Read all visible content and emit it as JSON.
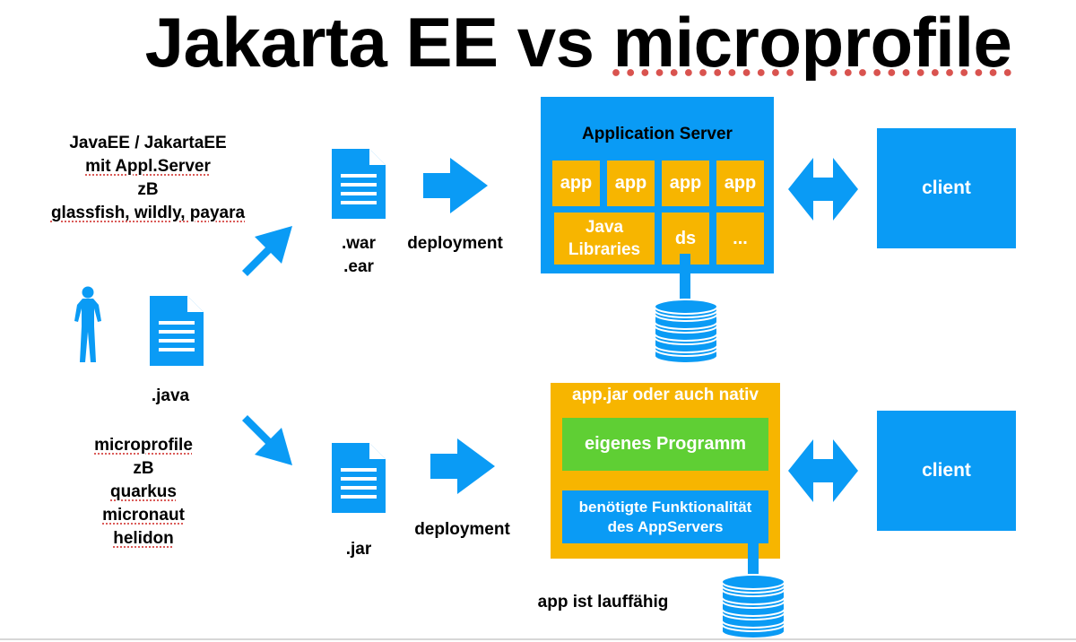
{
  "title": {
    "prefix": "Jakarta EE vs ",
    "emphasis": "microprofile"
  },
  "top_path": {
    "label_lines": [
      "JavaEE / JakartaEE",
      "mit Appl.Server",
      "zB",
      "glassfish, wildly, payara"
    ],
    "artifact_lines": [
      ".war",
      ".ear"
    ],
    "deployment": "deployment"
  },
  "source": {
    "label": ".java"
  },
  "bottom_path": {
    "label_lines": [
      "microprofile",
      "zB",
      "quarkus",
      "micronaut",
      "helidon"
    ],
    "artifact": ".jar",
    "deployment": "deployment"
  },
  "app_server": {
    "title": "Application Server",
    "apps": [
      "app",
      "app",
      "app",
      "app"
    ],
    "java_libraries_lines": [
      "Java",
      "Libraries"
    ],
    "ds": "ds",
    "more": "..."
  },
  "native_box": {
    "title": "app.jar oder auch nativ",
    "program": "eigenes Programm",
    "functionality_lines": [
      "benötigte Funktionalität",
      "des AppServers"
    ]
  },
  "client_top": "client",
  "client_bottom": "client",
  "runnable_note": "app ist lauffähig",
  "colors": {
    "blue": "#0a9bf5",
    "orange": "#f7b500",
    "green": "#5fcf34"
  }
}
